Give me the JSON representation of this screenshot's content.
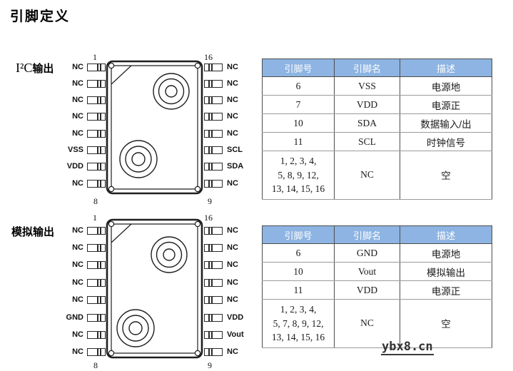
{
  "page": {
    "title": "引脚定义"
  },
  "watermark": {
    "text": "ybx8.cn"
  },
  "colors": {
    "table_header_bg": "#8db4e2",
    "table_header_text": "#ffffff",
    "table_border": "#4d4d4d",
    "line_color": "#2a2a2a",
    "watermark_color": "#333333"
  },
  "diagrams": [
    {
      "label_prefix": "I²C",
      "label_suffix": "输出",
      "pin_top_left": "1",
      "pin_top_right": "16",
      "pin_bottom_left": "8",
      "pin_bottom_right": "9",
      "left_pins": [
        "NC",
        "NC",
        "NC",
        "NC",
        "NC",
        "VSS",
        "VDD",
        "NC"
      ],
      "right_pins": [
        "NC",
        "NC",
        "NC",
        "NC",
        "NC",
        "SCL",
        "SDA",
        "NC"
      ]
    },
    {
      "label_prefix": "",
      "label_suffix": "模拟输出",
      "pin_top_left": "1",
      "pin_top_right": "16",
      "pin_bottom_left": "8",
      "pin_bottom_right": "9",
      "left_pins": [
        "NC",
        "NC",
        "NC",
        "NC",
        "NC",
        "GND",
        "NC",
        "NC"
      ],
      "right_pins": [
        "NC",
        "NC",
        "NC",
        "NC",
        "NC",
        "VDD",
        "Vout",
        "NC"
      ]
    }
  ],
  "tables": [
    {
      "headers": [
        "引脚号",
        "引脚名",
        "描述"
      ],
      "rows": [
        [
          "6",
          "VSS",
          "电源地"
        ],
        [
          "7",
          "VDD",
          "电源正"
        ],
        [
          "10",
          "SDA",
          "数据输入/出"
        ],
        [
          "11",
          "SCL",
          "时钟信号"
        ],
        [
          "1, 2, 3, 4,\n5, 8, 9, 12,\n13, 14, 15, 16",
          "NC",
          "空"
        ]
      ]
    },
    {
      "headers": [
        "引脚号",
        "引脚名",
        "描述"
      ],
      "rows": [
        [
          "6",
          "GND",
          "电源地"
        ],
        [
          "10",
          "Vout",
          "模拟输出"
        ],
        [
          "11",
          "VDD",
          "电源正"
        ],
        [
          "1, 2, 3, 4,\n5, 7, 8, 9, 12,\n13, 14, 15, 16",
          "NC",
          "空"
        ]
      ]
    }
  ]
}
